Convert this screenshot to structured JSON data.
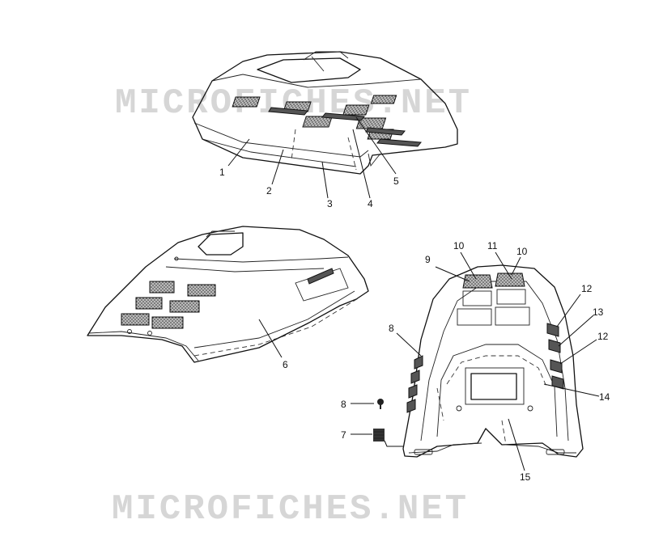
{
  "watermarks": [
    "MICROFICHES.NET",
    "MICROFICHES.NET"
  ],
  "callouts": {
    "c1": "1",
    "c2": "2",
    "c3": "3",
    "c4": "4",
    "c5": "5",
    "c6": "6",
    "c7": "7",
    "c8a": "8",
    "c8b": "8",
    "c9": "9",
    "c10a": "10",
    "c10b": "10",
    "c11": "11",
    "c12a": "12",
    "c12b": "12",
    "c13": "13",
    "c14": "14",
    "c15": "15"
  },
  "colors": {
    "ink": "#111111",
    "watermark": "#d6d6d6",
    "background": "#ffffff"
  }
}
